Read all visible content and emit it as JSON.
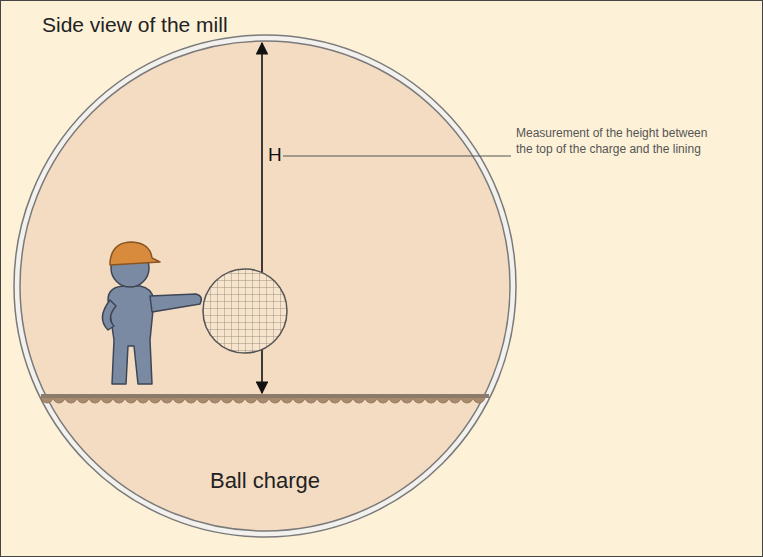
{
  "diagram": {
    "title": "Side view of the mill",
    "labels": [
      "H",
      "Measurement of the height between the top of the charge and the lining",
      "Ball charge"
    ]
  }
}
